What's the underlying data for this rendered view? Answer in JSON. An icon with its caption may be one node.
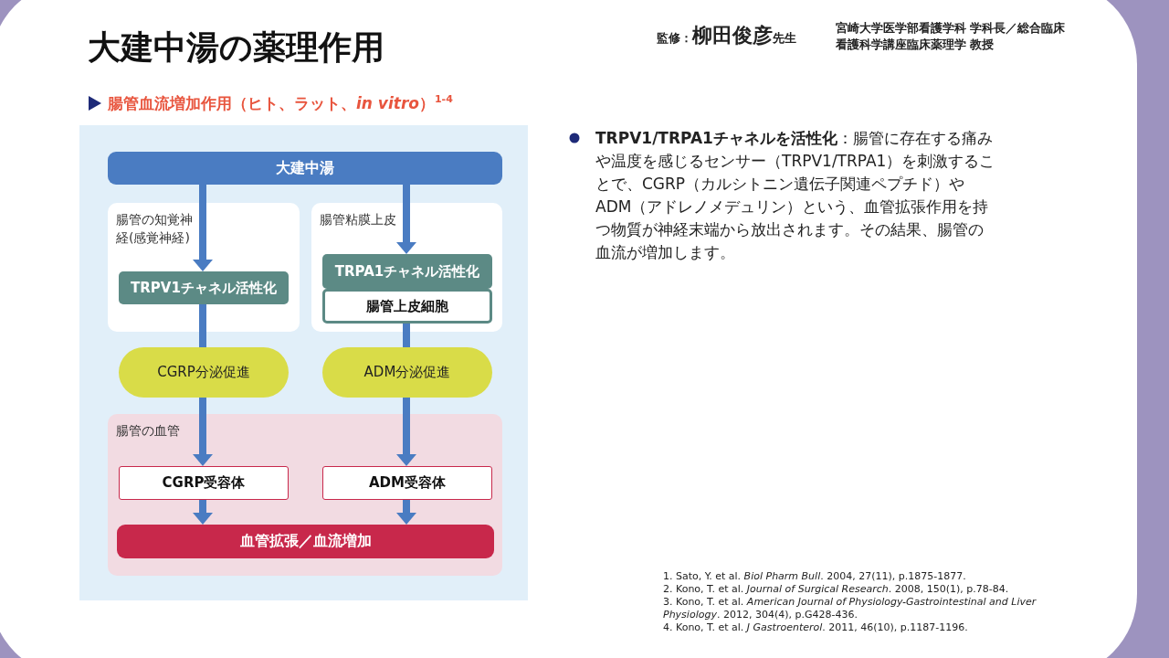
{
  "diagram": {
    "title": "大建中湯の薬理作用",
    "nodes": [
      {
        "text": [
          "大建中湯"
        ]
      },
      {
        "text": [
          "腸管の知覚神経(感覚神経)"
        ]
      },
      {
        "text": [
          "TRPV1チャネル活性化"
        ],
        "in": 1
      },
      {
        "text": [
          "腸管粘膜上皮"
        ]
      },
      {
        "text": [
          "TRPA1チャネル活性化"
        ],
        "in": 3
      },
      {
        "text": [
          "腸管上皮細胞"
        ],
        "in": 3
      },
      {
        "text": [
          "CGRP分泌促進"
        ]
      },
      {
        "text": [
          "ADM分泌促進"
        ]
      },
      {
        "text": [
          "腸管の血管"
        ]
      },
      {
        "text": [
          "CGRP受容体"
        ],
        "in": 8
      },
      {
        "text": [
          "ADM受容体"
        ],
        "in": 8
      },
      {
        "text": [
          "血管拡張／血流増加"
        ],
        "in": 8
      }
    ],
    "edges": [
      {
        "from": 0,
        "to": 2,
        "arrow": "to"
      },
      {
        "from": 0,
        "to": 4,
        "arrow": "to"
      },
      {
        "from": 2,
        "to": 6,
        "arrow": "none"
      },
      {
        "from": 5,
        "to": 7,
        "arrow": "none"
      },
      {
        "from": 6,
        "to": 9,
        "arrow": "to"
      },
      {
        "from": 7,
        "to": 10,
        "arrow": "to"
      },
      {
        "from": 9,
        "to": 11,
        "arrow": "to"
      },
      {
        "from": 10,
        "to": 11,
        "arrow": "to"
      }
    ],
    "labels": [
      "監修：**柳田俊彦**先生",
      "宮崎大学医学部看護学科 学科長／総合臨床看護科学講座臨床薬理学 教授",
      "腸管血流増加作用（ヒト、ラット、*in vitro*）$^{1-4}$",
      "**TRPV1/TRPA1チャネルを活性化**：腸管に存在する痛みや温度を感じるセンサー（TRPV1/TRPA1）を刺激することで、CGRP（カルシトニン遺伝子関連ペプチド）やADM（アドレノメデュリン）という、血管拡張作用を持つ物質が神経末端から放出されます。その結果、腸管の血流が増加します。",
      "1. Sato, Y. et al. *Biol Pharm Bull*. 2004, 27(11), p.1875-1877.",
      "2. Kono, T. et al. *Journal of Surgical Research*. 2008, 150(1), p.78-84.",
      "3. Kono, T. et al. *American Journal of Physiology-Gastrointestinal and Liver Physiology*. 2012, 304(4), p.G428-436.",
      "4. Kono, T. et al. *J Gastroenterol*. 2011, 46(10), p.1187-1196."
    ]
  }
}
